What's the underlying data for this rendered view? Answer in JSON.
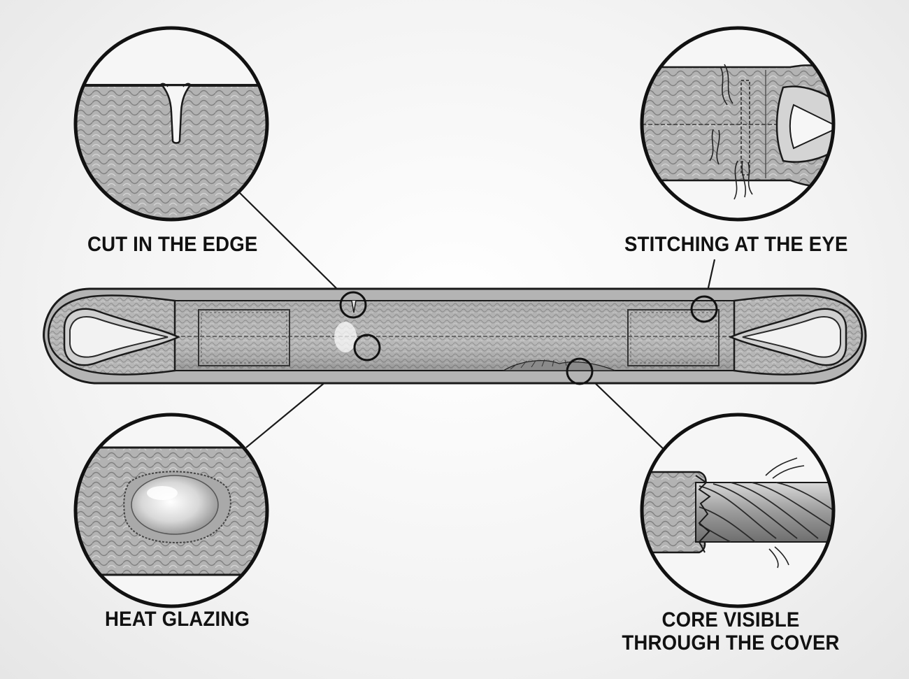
{
  "callouts": {
    "cut_edge": "CUT IN THE EDGE",
    "stitching_eye": "STITCHING AT THE EYE",
    "heat_glazing": "HEAT GLAZING",
    "core_visible_line1": "CORE VISIBLE",
    "core_visible_line2": "THROUGH THE COVER"
  },
  "colors": {
    "webbing": "#b9b9b9",
    "webbing_dark": "#9a9a9a",
    "outline": "#1a1a1a",
    "eye_inner": "#dcdcdc"
  }
}
